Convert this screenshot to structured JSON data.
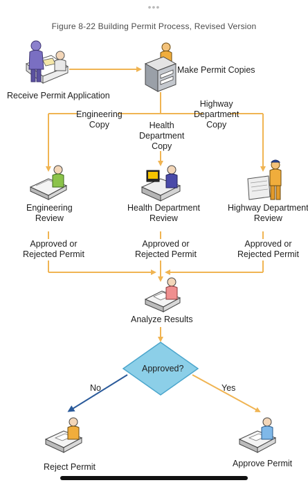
{
  "header": {
    "dots": "•••",
    "figure_title": "Figure 8-22  Building Permit Process, Revised Version"
  },
  "steps": {
    "receive": "Receive Permit Application",
    "copies": "Make Permit Copies",
    "eng_review_1": "Engineering",
    "eng_review_2": "Review",
    "health_review_1": "Health Department",
    "health_review_2": "Review",
    "hwy_review_1": "Highway Department",
    "hwy_review_2": "Review",
    "analyze": "Analyze Results",
    "decision": "Approved?",
    "reject": "Reject Permit",
    "approve": "Approve Permit"
  },
  "flows": {
    "eng_copy_1": "Engineering",
    "eng_copy_2": "Copy",
    "health_copy_1": "Health",
    "health_copy_2": "Department",
    "health_copy_3": "Copy",
    "hwy_copy_1": "Highway",
    "hwy_copy_2": "Department",
    "hwy_copy_3": "Copy",
    "result_1": "Approved or",
    "result_2": "Rejected Permit",
    "no": "No",
    "yes": "Yes"
  },
  "colors": {
    "flow_line": "#f0b452",
    "no_line": "#2a5a9a",
    "diamond_fill": "#8ccfe8",
    "diamond_stroke": "#4aa5cc"
  }
}
